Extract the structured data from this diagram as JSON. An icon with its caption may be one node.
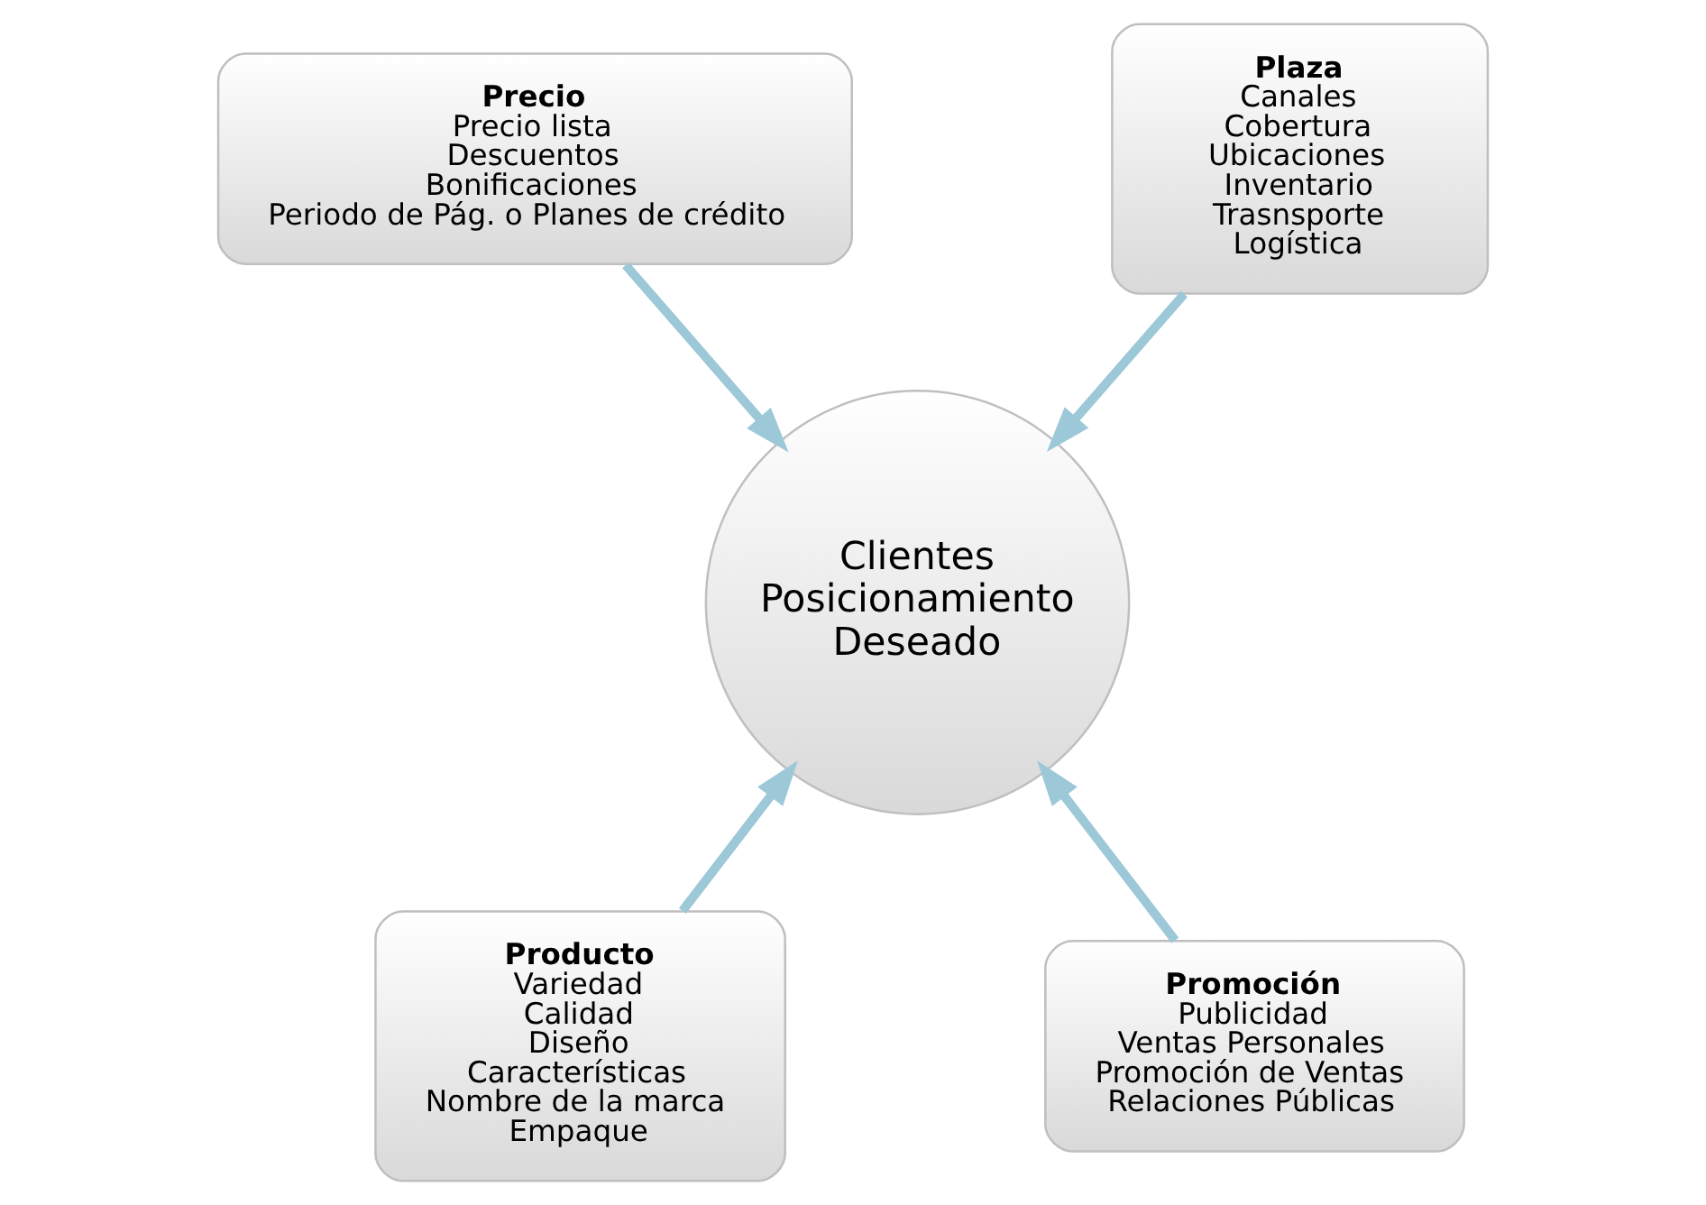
{
  "diagram": {
    "nodes": [
      {
        "text": [
          "Precio",
          "Precio lista",
          "Descuentos",
          "Bonificaciones",
          "Periodo de Pág. o Planes de crédito"
        ]
      },
      {
        "text": [
          "Plaza",
          "Canales",
          "Cobertura",
          "Ubicaciones",
          "Inventario",
          "Trasnsporte",
          "Logística"
        ]
      },
      {
        "text": [
          "Clientes",
          "Posicionamiento",
          "Deseado"
        ]
      },
      {
        "text": [
          "Producto",
          "Variedad",
          "Calidad",
          "Diseño",
          "Características",
          "Nombre de la marca",
          "Empaque"
        ]
      },
      {
        "text": [
          "Promoción",
          "Publicidad",
          "Ventas Personales",
          "Promoción de Ventas",
          "Relaciones Públicas"
        ]
      }
    ],
    "edges": [
      {
        "from": 0,
        "to": 2,
        "arrow": "to"
      },
      {
        "from": 1,
        "to": 2,
        "arrow": "to"
      },
      {
        "from": 3,
        "to": 2,
        "arrow": "to"
      },
      {
        "from": 4,
        "to": 2,
        "arrow": "to"
      }
    ]
  }
}
